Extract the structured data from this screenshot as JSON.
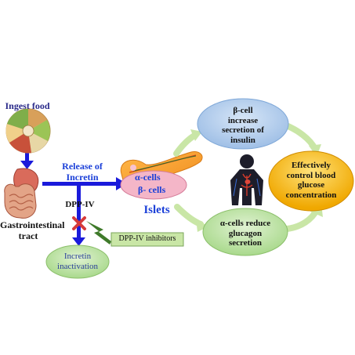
{
  "labels": {
    "ingest_food": "Ingest food",
    "release_incretin_1": "Release of",
    "release_incretin_2": "Incretin",
    "dpp_iv": "DPP-IV",
    "gi_tract_1": "Gastrointestinal",
    "gi_tract_2": "tract",
    "islets": "Islets",
    "alpha_cells": "α-cells",
    "beta_cells": "β- cells",
    "dpp_iv_inhibitors": "DPP-IV inhibitors",
    "incretin_inactivation_1": "Incretin",
    "incretin_inactivation_2": "inactivation",
    "beta_cell_effect_1": "β-cell",
    "beta_cell_effect_2": "increase",
    "beta_cell_effect_3": "secretion of",
    "beta_cell_effect_4": "insulin",
    "alpha_cell_effect_1": "α-cells reduce",
    "alpha_cell_effect_2": "glucagon",
    "alpha_cell_effect_3": "secretion",
    "outcome_1": "Effectively",
    "outcome_2": "control blood",
    "outcome_3": "glucose",
    "outcome_4": "concentration"
  },
  "colors": {
    "arrow_blue": "#1a1adb",
    "beta_ellipse": "#b9d3ee",
    "alpha_ellipse": "#c5e6b0",
    "inactivation_ellipse": "#c5e6b0",
    "outcome_ellipse": "#f7c21a",
    "green_arrow": "#c9e6a6",
    "inhibitor_box": "#c9e6a6",
    "block_x": "#d63a3a"
  },
  "icons": [
    "food-plate-icon",
    "stomach-intestine-icon",
    "pancreas-icon",
    "human-body-icon",
    "lightning-bolt-icon",
    "block-x-icon"
  ]
}
